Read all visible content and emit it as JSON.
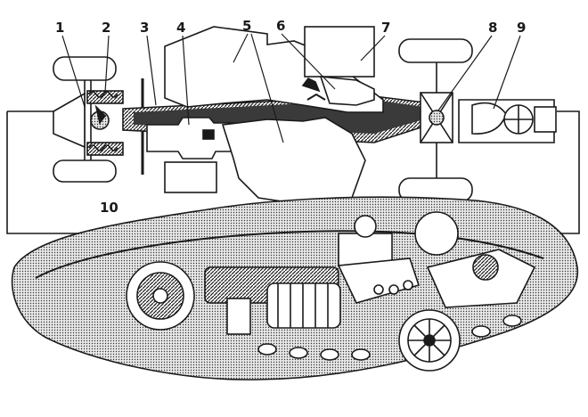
{
  "callouts": {
    "c1": "1",
    "c2": "2",
    "c3": "3",
    "c4": "4",
    "c5": "5",
    "c6": "6",
    "c7": "7",
    "c8": "8",
    "c9": "9",
    "c10": "10"
  },
  "colors": {
    "ink": "#1a1a1a",
    "paper": "#ffffff",
    "shade": "#5a5a5a"
  }
}
